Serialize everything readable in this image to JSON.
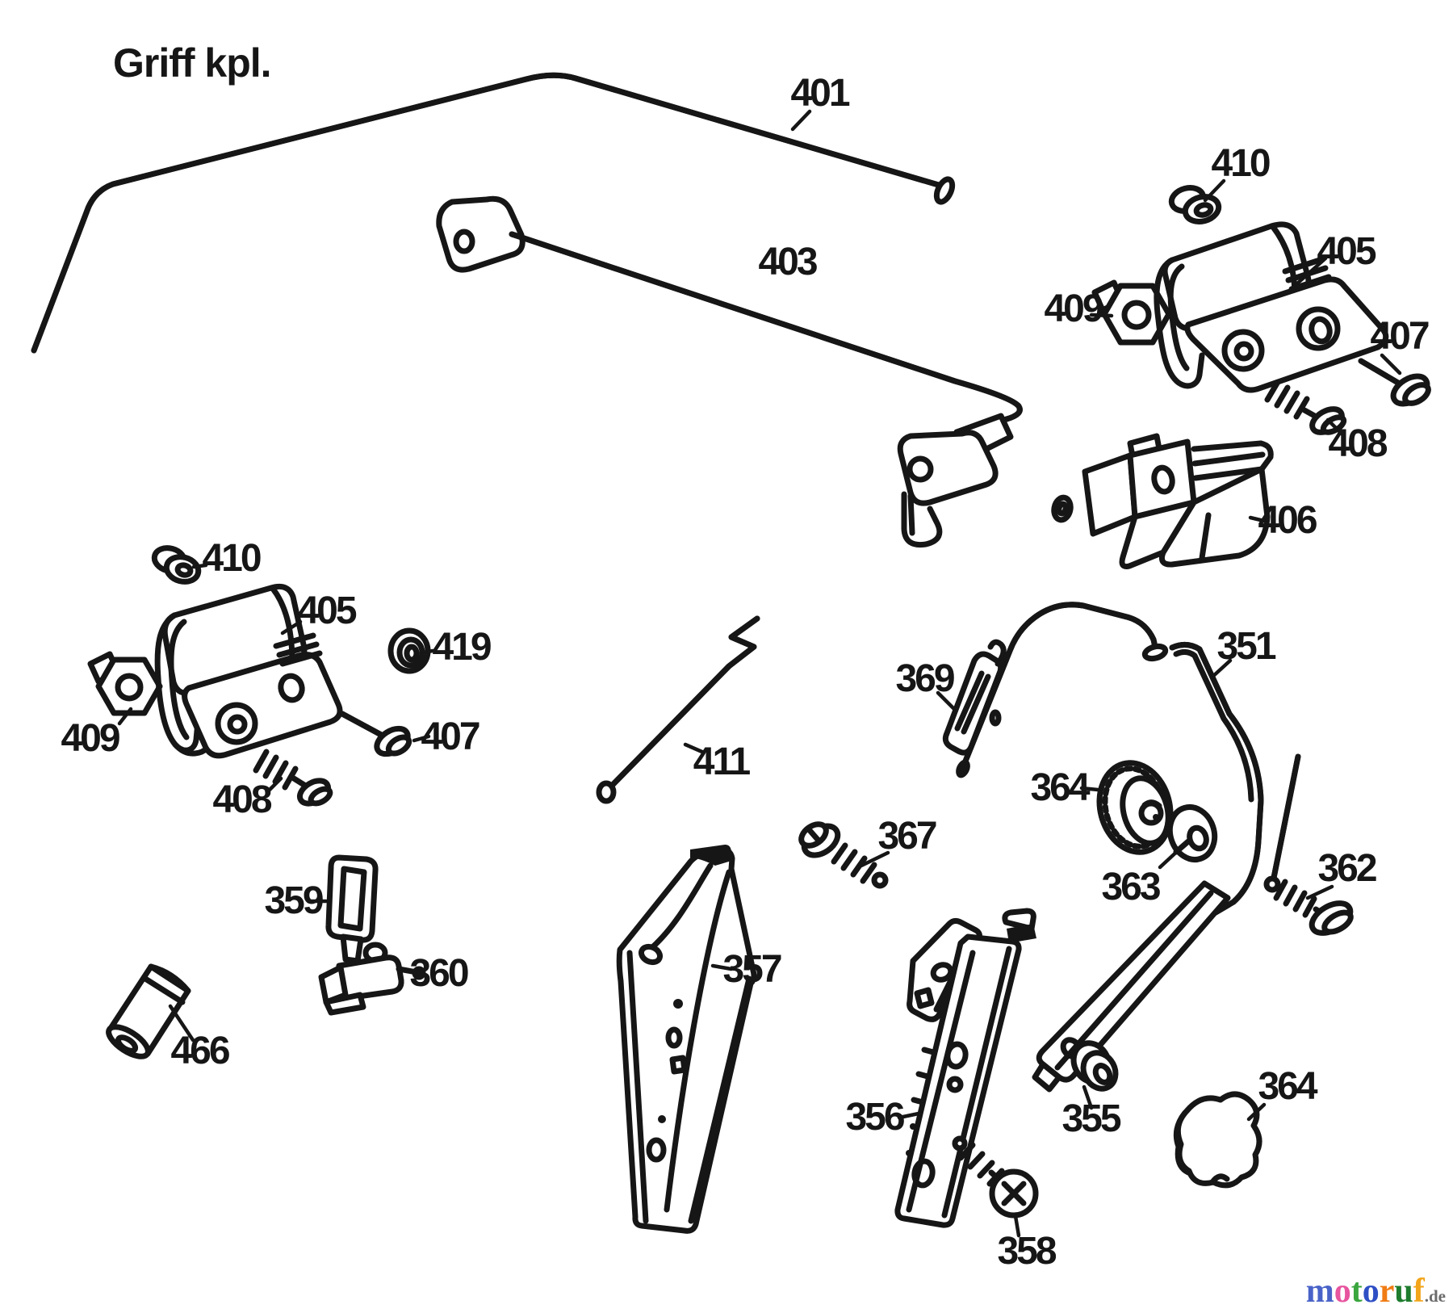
{
  "title": "Griff kpl.",
  "labels": {
    "p351": "351",
    "p355": "355",
    "p356": "356",
    "p357": "357",
    "p358": "358",
    "p359": "359",
    "p360": "360",
    "p362": "362",
    "p363": "363",
    "p364": "364",
    "p367": "367",
    "p369": "369",
    "p401": "401",
    "p403": "403",
    "p405": "405",
    "p406": "406",
    "p407": "407",
    "p408": "408",
    "p409": "409",
    "p410": "410",
    "p411": "411",
    "p419": "419",
    "p466": "466"
  },
  "watermark": {
    "word": "motoruf",
    "letters": [
      {
        "ch": "m",
        "color": "#4a63c8"
      },
      {
        "ch": "o",
        "color": "#e7559f"
      },
      {
        "ch": "t",
        "color": "#3aa63e"
      },
      {
        "ch": "o",
        "color": "#2e4fc4"
      },
      {
        "ch": "r",
        "color": "#f07c14"
      },
      {
        "ch": "u",
        "color": "#1d7c2d"
      },
      {
        "ch": "f",
        "color": "#f2a51a"
      }
    ],
    "suffix": ".de",
    "suffix_color": "#6b6b6b"
  },
  "colors": {
    "ink": "#161616",
    "background": "#ffffff"
  }
}
